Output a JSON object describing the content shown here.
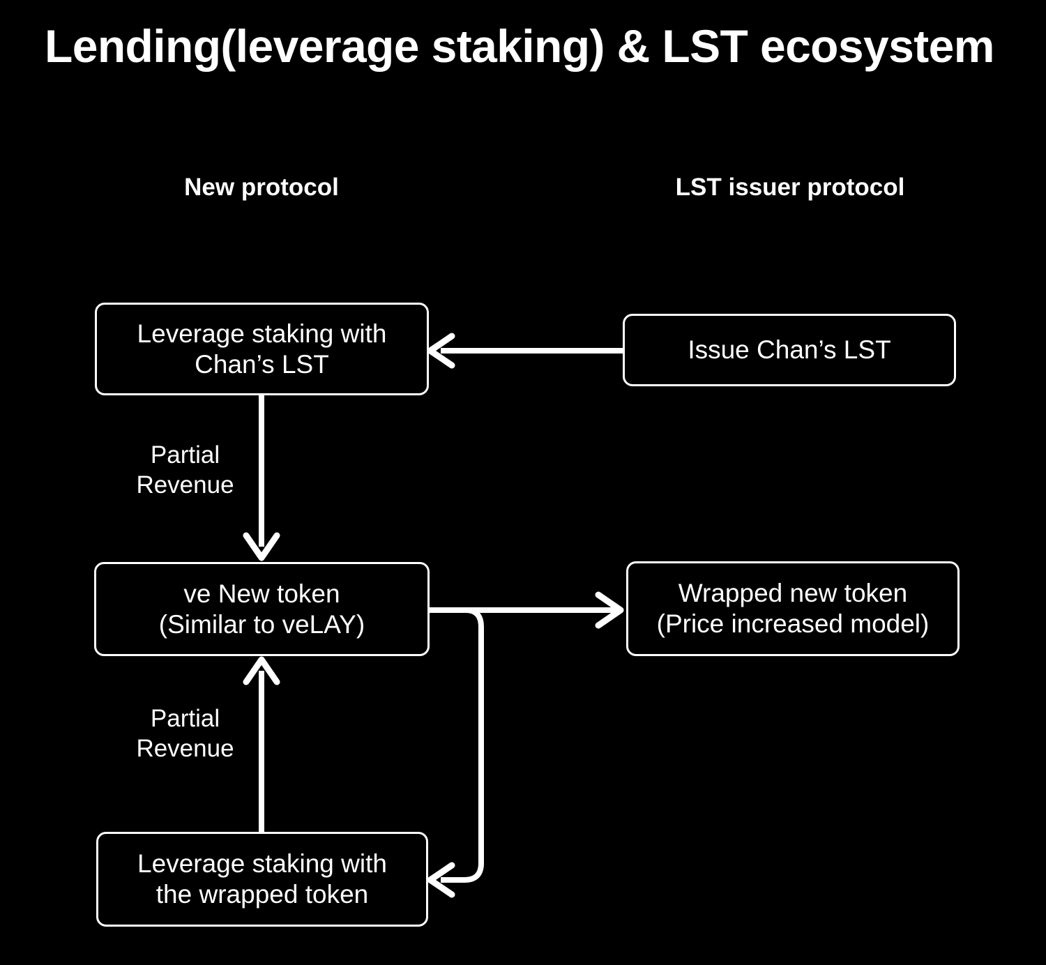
{
  "page": {
    "title": "Lending(leverage staking) & LST ecosystem",
    "background_color": "#000000",
    "foreground_color": "#ffffff"
  },
  "columns": {
    "left_header": "New protocol",
    "right_header": "LST issuer protocol"
  },
  "nodes": {
    "leverage_chan": {
      "line1": "Leverage staking with",
      "line2": "Chan’s LST"
    },
    "issue_chan": {
      "line1": "Issue Chan’s LST",
      "line2": ""
    },
    "ve_new_token": {
      "line1": "ve New token",
      "line2": "(Similar to veLAY)"
    },
    "wrapped_token": {
      "line1": "Wrapped new token",
      "line2": "(Price increased model)"
    },
    "leverage_wrapped": {
      "line1": "Leverage staking with",
      "line2": "the wrapped token"
    }
  },
  "edge_labels": {
    "partial_revenue_top": {
      "line1": "Partial",
      "line2": "Revenue"
    },
    "partial_revenue_bottom": {
      "line1": "Partial",
      "line2": "Revenue"
    }
  },
  "chart_data": {
    "type": "flowchart",
    "title": "Lending(leverage staking) & LST ecosystem",
    "groups": [
      {
        "name": "New protocol",
        "node_ids": [
          "leverage_chan",
          "ve_new_token",
          "leverage_wrapped"
        ]
      },
      {
        "name": "LST issuer protocol",
        "node_ids": [
          "issue_chan",
          "wrapped_token"
        ]
      }
    ],
    "nodes": [
      {
        "id": "leverage_chan",
        "label": "Leverage staking with Chan’s LST",
        "group": "New protocol"
      },
      {
        "id": "issue_chan",
        "label": "Issue Chan’s LST",
        "group": "LST issuer protocol"
      },
      {
        "id": "ve_new_token",
        "label": "ve New token (Similar to veLAY)",
        "group": "New protocol"
      },
      {
        "id": "wrapped_token",
        "label": "Wrapped new token (Price increased model)",
        "group": "LST issuer protocol"
      },
      {
        "id": "leverage_wrapped",
        "label": "Leverage staking with the wrapped token",
        "group": "New protocol"
      }
    ],
    "edges": [
      {
        "from": "issue_chan",
        "to": "leverage_chan",
        "label": "",
        "direction": "left"
      },
      {
        "from": "leverage_chan",
        "to": "ve_new_token",
        "label": "Partial Revenue",
        "direction": "down"
      },
      {
        "from": "ve_new_token",
        "to": "wrapped_token",
        "label": "",
        "direction": "right"
      },
      {
        "from": "ve_new_token",
        "to": "leverage_wrapped",
        "label": "",
        "direction": "down-left"
      },
      {
        "from": "leverage_wrapped",
        "to": "ve_new_token",
        "label": "Partial Revenue",
        "direction": "up"
      }
    ]
  }
}
